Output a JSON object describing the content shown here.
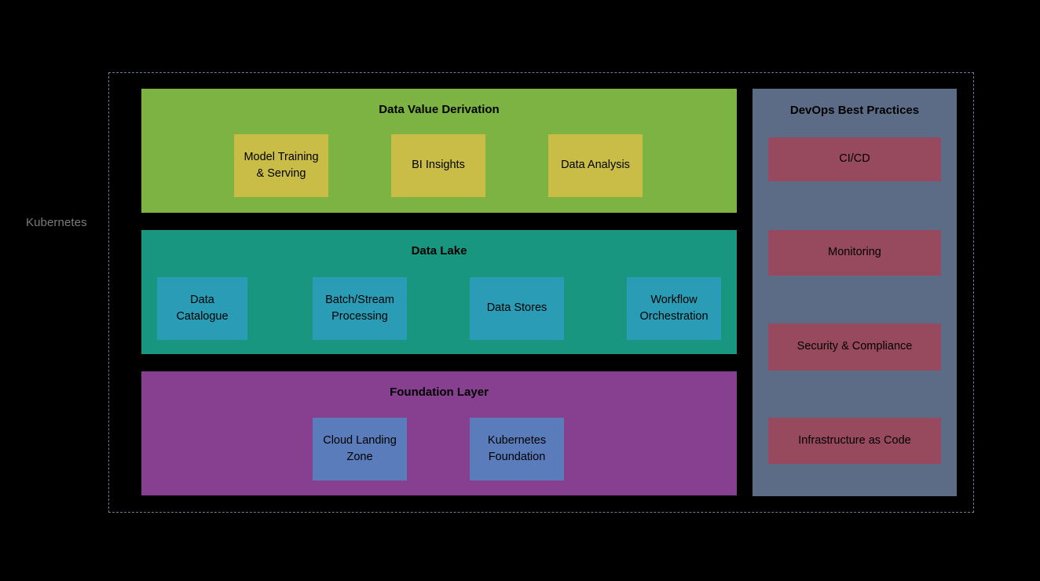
{
  "diagram": {
    "cluster_label": "Kubernetes",
    "layers": [
      {
        "id": "value-derivation",
        "title": "Data Value Derivation",
        "color": "#7cb342",
        "component_color": "#c9bd47",
        "components": [
          {
            "id": "model-training",
            "label": "Model Training\n& Serving"
          },
          {
            "id": "bi-insights",
            "label": "BI Insights"
          },
          {
            "id": "data-analysis",
            "label": "Data Analysis"
          }
        ]
      },
      {
        "id": "data-lake",
        "title": "Data Lake",
        "color": "#19967f",
        "component_color": "#2a9cb5",
        "components": [
          {
            "id": "data-catalogue",
            "label": "Data\nCatalogue"
          },
          {
            "id": "batch-stream",
            "label": "Batch/Stream\nProcessing"
          },
          {
            "id": "data-stores",
            "label": "Data Stores"
          },
          {
            "id": "workflow-orchestration",
            "label": "Workflow\nOrchestration"
          }
        ]
      },
      {
        "id": "foundation",
        "title": "Foundation Layer",
        "color": "#86408f",
        "component_color": "#5b7cba",
        "components": [
          {
            "id": "cloud-landing-zone",
            "label": "Cloud Landing\nZone"
          },
          {
            "id": "kubernetes-foundation",
            "label": "Kubernetes\nFoundation"
          }
        ]
      }
    ],
    "side_panel": {
      "id": "devops",
      "title": "DevOps Best Practices",
      "color": "#5c6c87",
      "component_color": "#97495e",
      "components": [
        {
          "id": "cicd",
          "label": "CI/CD"
        },
        {
          "id": "monitoring",
          "label": "Monitoring"
        },
        {
          "id": "security-compliance",
          "label": "Security & Compliance"
        },
        {
          "id": "iac",
          "label": "Infrastructure as Code"
        }
      ]
    },
    "background_color": "#000000",
    "boundary_color": "#6b7b99",
    "cluster_label_color": "#7a7a7a"
  }
}
